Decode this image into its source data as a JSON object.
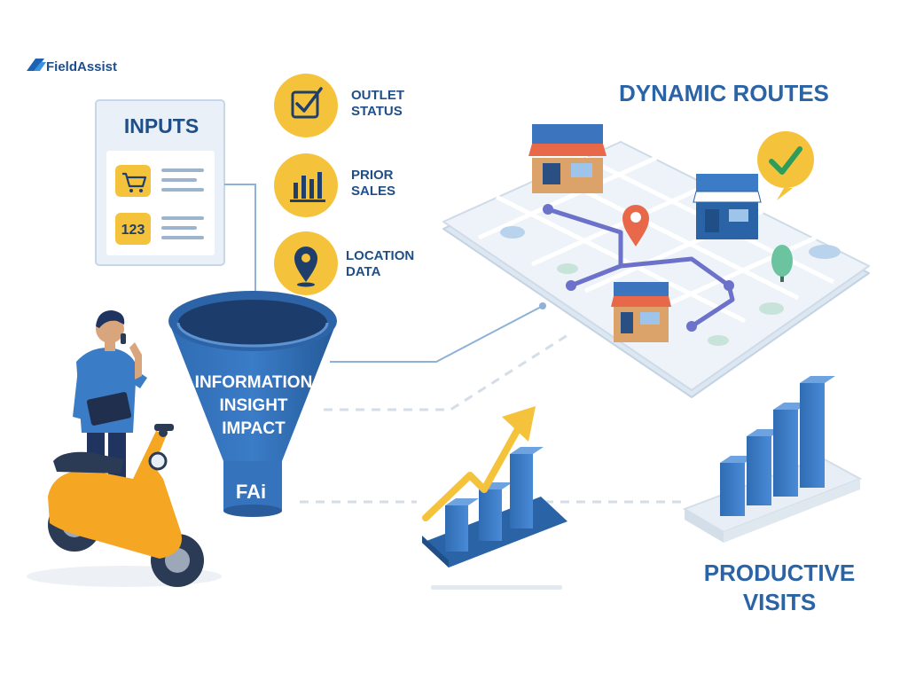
{
  "brand": {
    "name": "FieldAssist",
    "badge": "FAi"
  },
  "inputs_card": {
    "title": "INPUTS",
    "rows": [
      {
        "icon": "shopping-cart-icon"
      },
      {
        "icon": "number-badge-icon",
        "badge": "123"
      }
    ]
  },
  "input_factors": [
    {
      "icon": "checkbox-icon",
      "label_line1": "OUTLET",
      "label_line2": "STATUS"
    },
    {
      "icon": "bar-chart-icon",
      "label_line1": "PRIOR",
      "label_line2": "SALES"
    },
    {
      "icon": "location-pin-icon",
      "label_line1": "LOCATION",
      "label_line2": "DATA"
    }
  ],
  "funnel": {
    "line1": "INFORMATION",
    "line2": "INSIGHT",
    "line3": "IMPACT"
  },
  "outputs": {
    "dynamic_routes": "DYNAMIC ROUTES",
    "productive_visits_line1": "PRODUCTIVE",
    "productive_visits_line2": "VISITS"
  },
  "colors": {
    "primary_blue": "#2a63a6",
    "dark_blue": "#1f4f86",
    "accent_yellow": "#f5c33b",
    "scooter_orange": "#f5a623",
    "pin_red": "#e8684a",
    "check_green": "#2e9d5b"
  }
}
